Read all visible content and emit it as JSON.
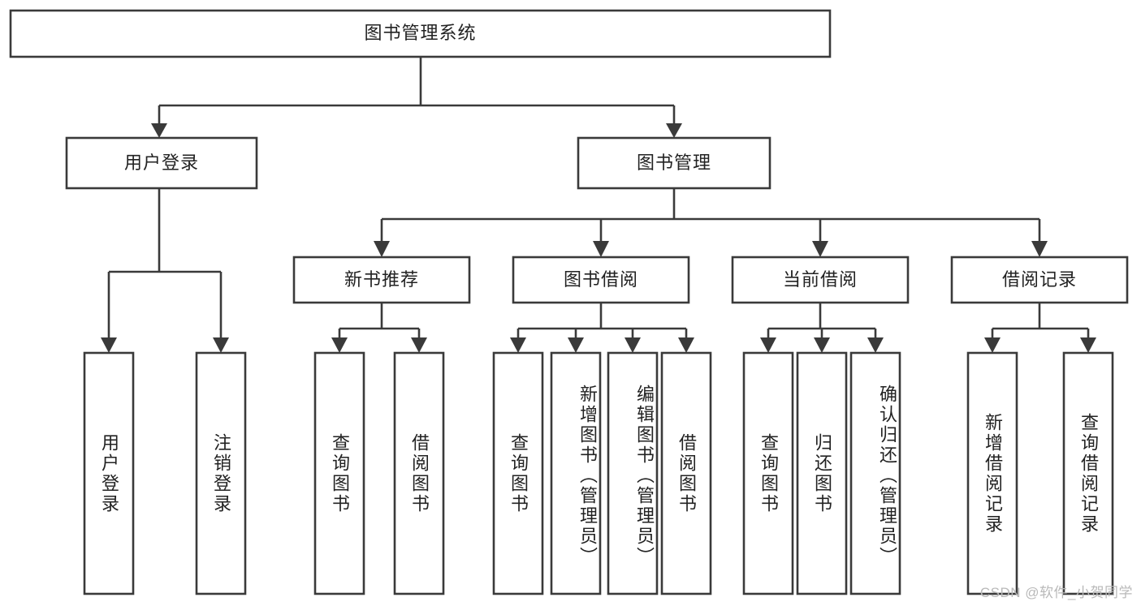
{
  "diagram": {
    "type": "tree-hierarchy",
    "title": "图书管理系统",
    "colors": {
      "box_stroke": "#3a3a3a",
      "box_fill": "#ffffff",
      "connector": "#3a3a3a",
      "text": "#222222",
      "watermark": "#b9b9b9",
      "background": "#ffffff"
    },
    "root": {
      "label": "图书管理系统",
      "orientation": "horizontal"
    },
    "level2": [
      {
        "label": "用户登录",
        "orientation": "horizontal"
      },
      {
        "label": "图书管理",
        "orientation": "horizontal"
      }
    ],
    "level3": [
      {
        "label": "新书推荐",
        "orientation": "horizontal"
      },
      {
        "label": "图书借阅",
        "orientation": "horizontal"
      },
      {
        "label": "当前借阅",
        "orientation": "horizontal"
      },
      {
        "label": "借阅记录",
        "orientation": "horizontal"
      }
    ],
    "leaves": {
      "user_login": [
        {
          "label": "用户登录",
          "orientation": "vertical"
        },
        {
          "label": "注销登录",
          "orientation": "vertical"
        }
      ],
      "new_book_recommend": [
        {
          "label": "查询图书",
          "orientation": "vertical"
        },
        {
          "label": "借阅图书",
          "orientation": "vertical"
        }
      ],
      "book_borrow": [
        {
          "label": "查询图书",
          "orientation": "vertical"
        },
        {
          "label": "新增图书（管理员）",
          "orientation": "vertical"
        },
        {
          "label": "编辑图书（管理员）",
          "orientation": "vertical"
        },
        {
          "label": "借阅图书",
          "orientation": "vertical"
        }
      ],
      "current_borrow": [
        {
          "label": "查询图书",
          "orientation": "vertical"
        },
        {
          "label": "归还图书",
          "orientation": "vertical"
        },
        {
          "label": "确认归还（管理员）",
          "orientation": "vertical"
        }
      ],
      "borrow_record": [
        {
          "label": "新增借阅记录",
          "orientation": "vertical"
        },
        {
          "label": "查询借阅记录",
          "orientation": "vertical"
        }
      ]
    }
  },
  "watermark": {
    "text": "CSDN @软件_小贺同学"
  }
}
